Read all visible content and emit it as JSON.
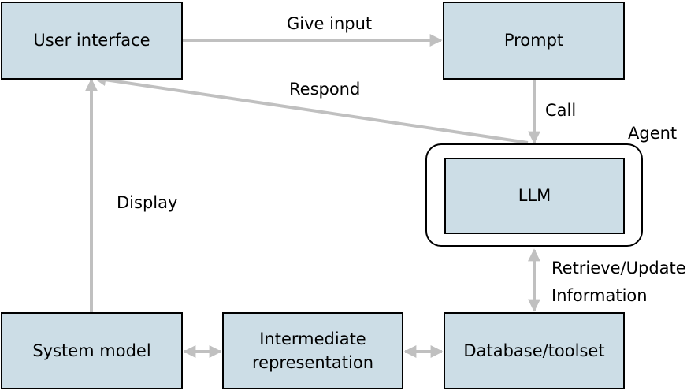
{
  "colors": {
    "box_fill": "#ccdde6",
    "box_border": "#000000",
    "arrow": "#c0c0c0"
  },
  "nodes": {
    "user_interface": "User interface",
    "prompt": "Prompt",
    "llm": "LLM",
    "system_model": "System model",
    "intermediate_representation": [
      "Intermediate",
      "representation"
    ],
    "database_toolset": "Database/toolset"
  },
  "group": {
    "agent": "Agent"
  },
  "edges": {
    "give_input": "Give input",
    "respond": "Respond",
    "call": "Call",
    "display": "Display",
    "retrieve_update": [
      "Retrieve/Update",
      "Information"
    ]
  }
}
